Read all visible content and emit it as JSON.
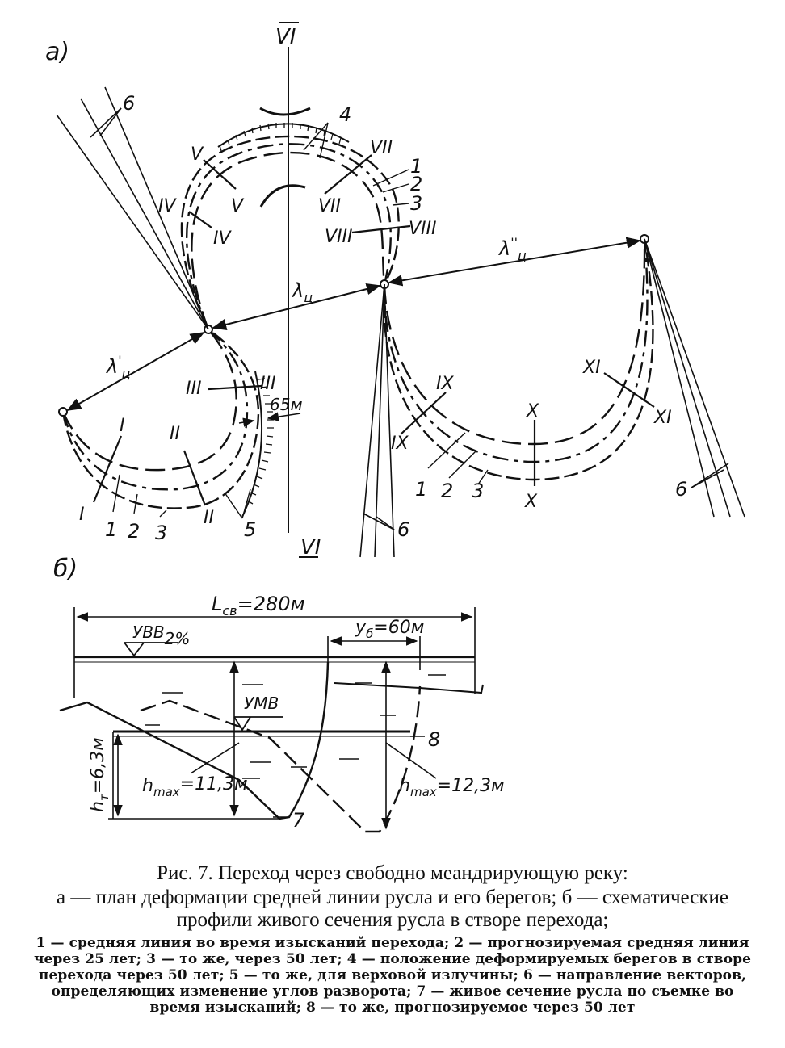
{
  "figure": {
    "panel_a_label": "а)",
    "panel_b_label": "б)",
    "plan": {
      "section_labels": [
        "I",
        "II",
        "III",
        "IV",
        "V",
        "VI",
        "VII",
        "VIII",
        "IX",
        "X",
        "XI"
      ],
      "line_labels": [
        "1",
        "2",
        "3",
        "4",
        "5",
        "6"
      ],
      "lambda_main": "λ",
      "lambda_sub": "ц",
      "lambda_prime": "'",
      "lambda_dprime": "''",
      "dim_65": "65м"
    },
    "profile": {
      "l_label": "L",
      "l_sub": "св",
      "l_value": "=280м",
      "yb_label": "у",
      "yb_sub": "б",
      "yb_value": "=60м",
      "uvv_label": "УВВ",
      "uvv_sub": "2%",
      "umv_label": "УМВ",
      "ht_label": "h",
      "ht_sub": "т",
      "ht_value": "=6,3м",
      "hmax1_label": "h",
      "hmax1_sub": "max",
      "hmax1_value": "=11,3м",
      "hmax2_label": "h",
      "hmax2_sub": "max",
      "hmax2_value": "=12,3м",
      "label_7": "7",
      "label_8": "8"
    }
  },
  "caption": {
    "title": "Рис. 7. Переход через свободно меандрирующую реку:",
    "main": "а — план деформации средней линии русла и его берегов; б — схематические профили живого сечения русла в створе перехода;",
    "notes": "1 — средняя линия во время изысканий перехода; 2 — прогнозируемая средняя линия через 25 лет; 3 — то же, через 50 лет; 4 — положение деформируемых берегов в створе перехода через 50 лет; 5 — то же, для верховой излучины; 6 — направление векторов, определяющих изменение углов разворота; 7 — живое сечение русла по съемке во время изысканий; 8 — то же, прогнозируемое через 50 лет"
  }
}
